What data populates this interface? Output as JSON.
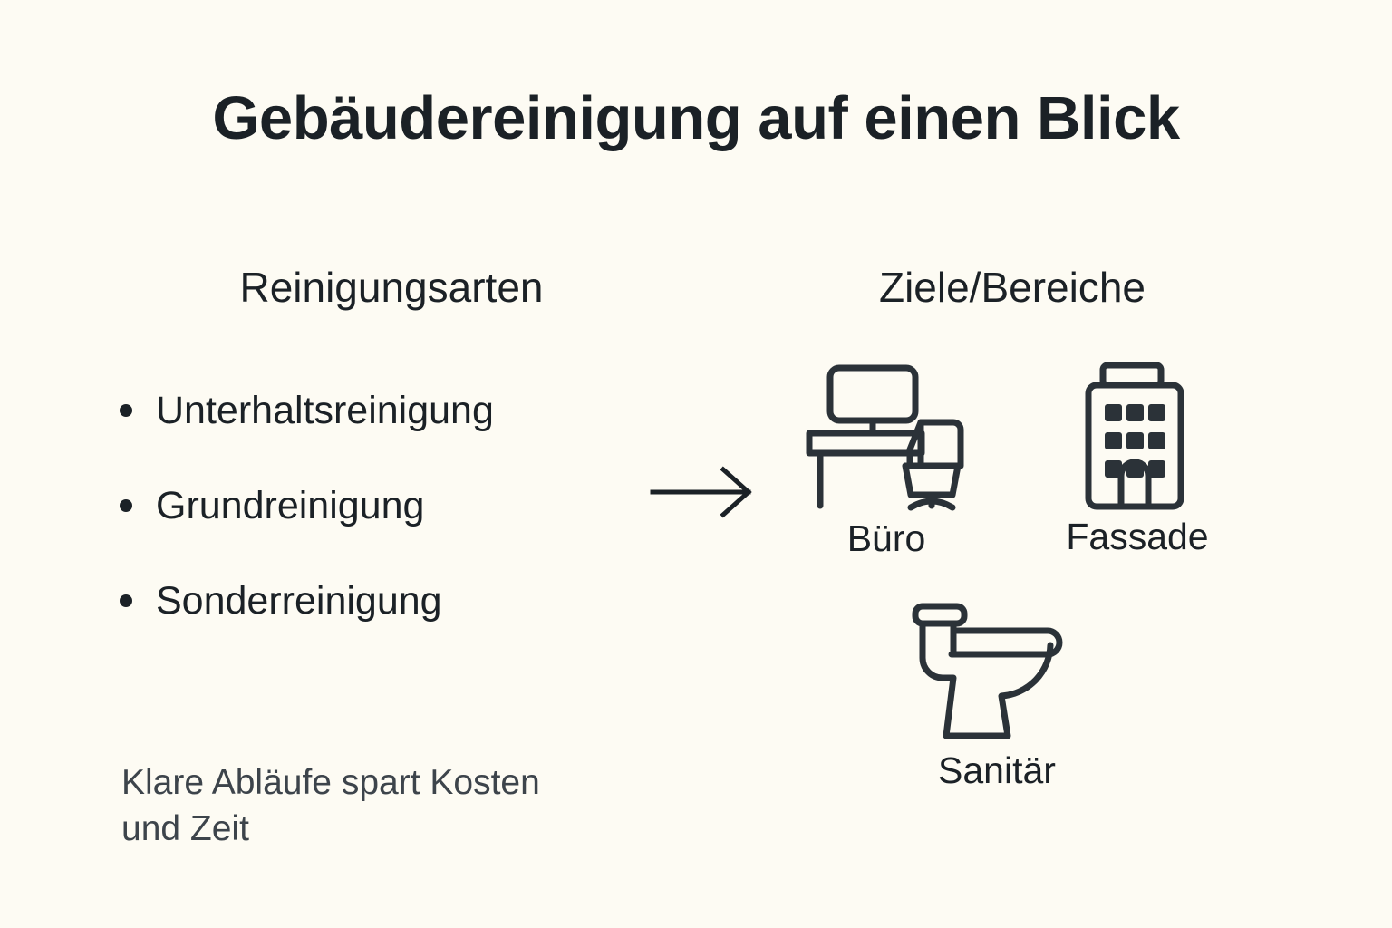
{
  "page": {
    "background_color": "#fdfbf3",
    "text_color": "#1b2126",
    "muted_text_color": "#3d444b",
    "title": "Gebäudereinigung auf einen Blick"
  },
  "left_column": {
    "heading": "Reinigungsarten",
    "items": [
      {
        "label": "Unterhaltsreinigung"
      },
      {
        "label": "Grundreinigung"
      },
      {
        "label": "Sonderreinigung"
      }
    ],
    "footnote_line1": "Klare Abläufe spart Kosten",
    "footnote_line2": "und Zeit"
  },
  "connector": {
    "icon": "arrow-right-icon",
    "direction": "right"
  },
  "right_column": {
    "heading": "Ziele/Bereiche",
    "items": [
      {
        "label": "Büro",
        "icon": "office-desk-icon"
      },
      {
        "label": "Fassade",
        "icon": "building-icon"
      },
      {
        "label": "Sanitär",
        "icon": "toilet-icon"
      }
    ]
  }
}
